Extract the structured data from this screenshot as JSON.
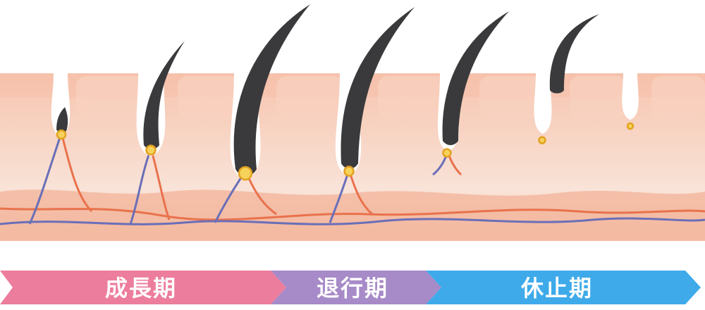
{
  "colors": {
    "skin_top": "#f8c6b1",
    "skin_mid": "#f7ddd0",
    "skin_deep": "#f2b49c",
    "hair": "#3a3a3c",
    "follicle": "#ffffff",
    "papilla_fill": "#f6d25b",
    "papilla_stroke": "#e3a11f",
    "artery": "#e9724d",
    "vein": "#6a6fb8",
    "phase_anagen": "#ea7d9c",
    "phase_catagen": "#a78ac8",
    "phase_telogen": "#41a9e8"
  },
  "phases": [
    {
      "label": "成長期"
    },
    {
      "label": "退行期"
    },
    {
      "label": "休止期"
    }
  ],
  "icons": {
    "hair_stage": "hair-follicle-icon",
    "phase_arrow": "chevron-arrow-icon"
  }
}
